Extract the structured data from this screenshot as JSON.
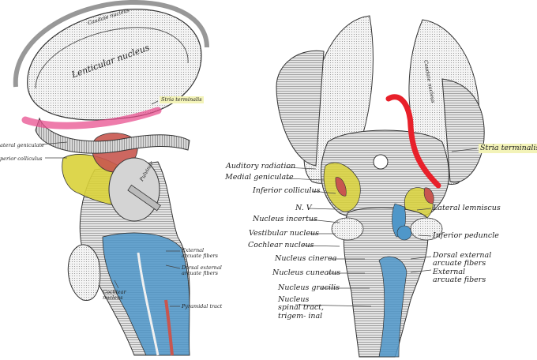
{
  "left_figure": {
    "labels": {
      "caudate_nucleus": "Caudate nucleus",
      "lenticular_nucleus": "Lenticular nucleus",
      "stria_terminalis": "Stria terminalis",
      "lateral_geniculate": "ateral geniculate",
      "superior_colliculus": "perior colliculus",
      "pulvinar": "Pulvinar",
      "external_arcuate_fibers": "External arcuate fibers",
      "dorsal_external_arcuate_fibers": "Dorsal external arcuate fibers",
      "cochlear_nucleus": "Cochlear nucleus",
      "pyramidal_tract": "Pyramidal tract"
    }
  },
  "right_figure": {
    "labels": {
      "caudate_nucleus": "Caudate nucleus",
      "stria_terminalis": "Stria terminalis",
      "auditory_radiation": "Auditory radiation",
      "medial_geniculate": "Medial geniculate",
      "inferior_colliculus": "Inferior colliculus",
      "n_v": "N. V",
      "nucleus_incertus": "Nucleus incertus",
      "vestibular_nucleus": "Vestibular nucleus",
      "cochlear_nucleus": "Cochlear nucleus",
      "nucleus_cinerea": "Nucleus cinerea",
      "nucleus_cuneatus": "Nucleus cuneatus",
      "nucleus_gracilis": "Nucleus gracilis",
      "nucleus_spinal_tract": "Nucleus spinal tract, trigem- inal",
      "lateral_lemniscus": "Lateral lemniscus",
      "inferior_peduncle": "Inferior peduncle",
      "dorsal_external_arcuate_fibers": "Dorsal external arcuate fibers",
      "external_arcuate_fibers": "External arcuate fibers"
    }
  },
  "colors": {
    "stria_highlight_left": "#e8508f",
    "stria_highlight_right": "#e8202a",
    "yellow_region": "#d9d23a",
    "blue_region": "#4f97c9",
    "red_region": "#c8564f",
    "label_highlight": "#f3f3b8"
  }
}
